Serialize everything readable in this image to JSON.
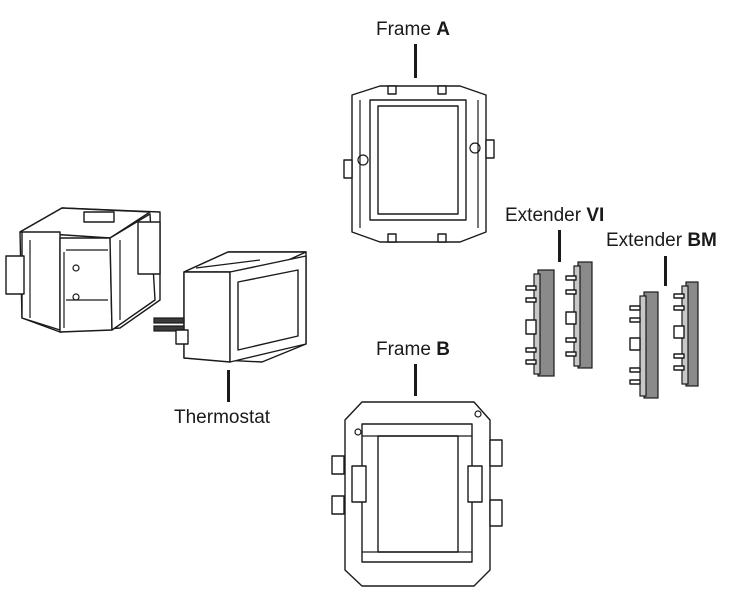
{
  "labels": {
    "thermostat": "Thermostat",
    "frame_a_prefix": "Frame ",
    "frame_a_suffix": "A",
    "frame_b_prefix": "Frame ",
    "frame_b_suffix": "B",
    "extender_vi_prefix": "Extender ",
    "extender_vi_suffix": "VI",
    "extender_bm_prefix": "Extender ",
    "extender_bm_suffix": "BM"
  }
}
